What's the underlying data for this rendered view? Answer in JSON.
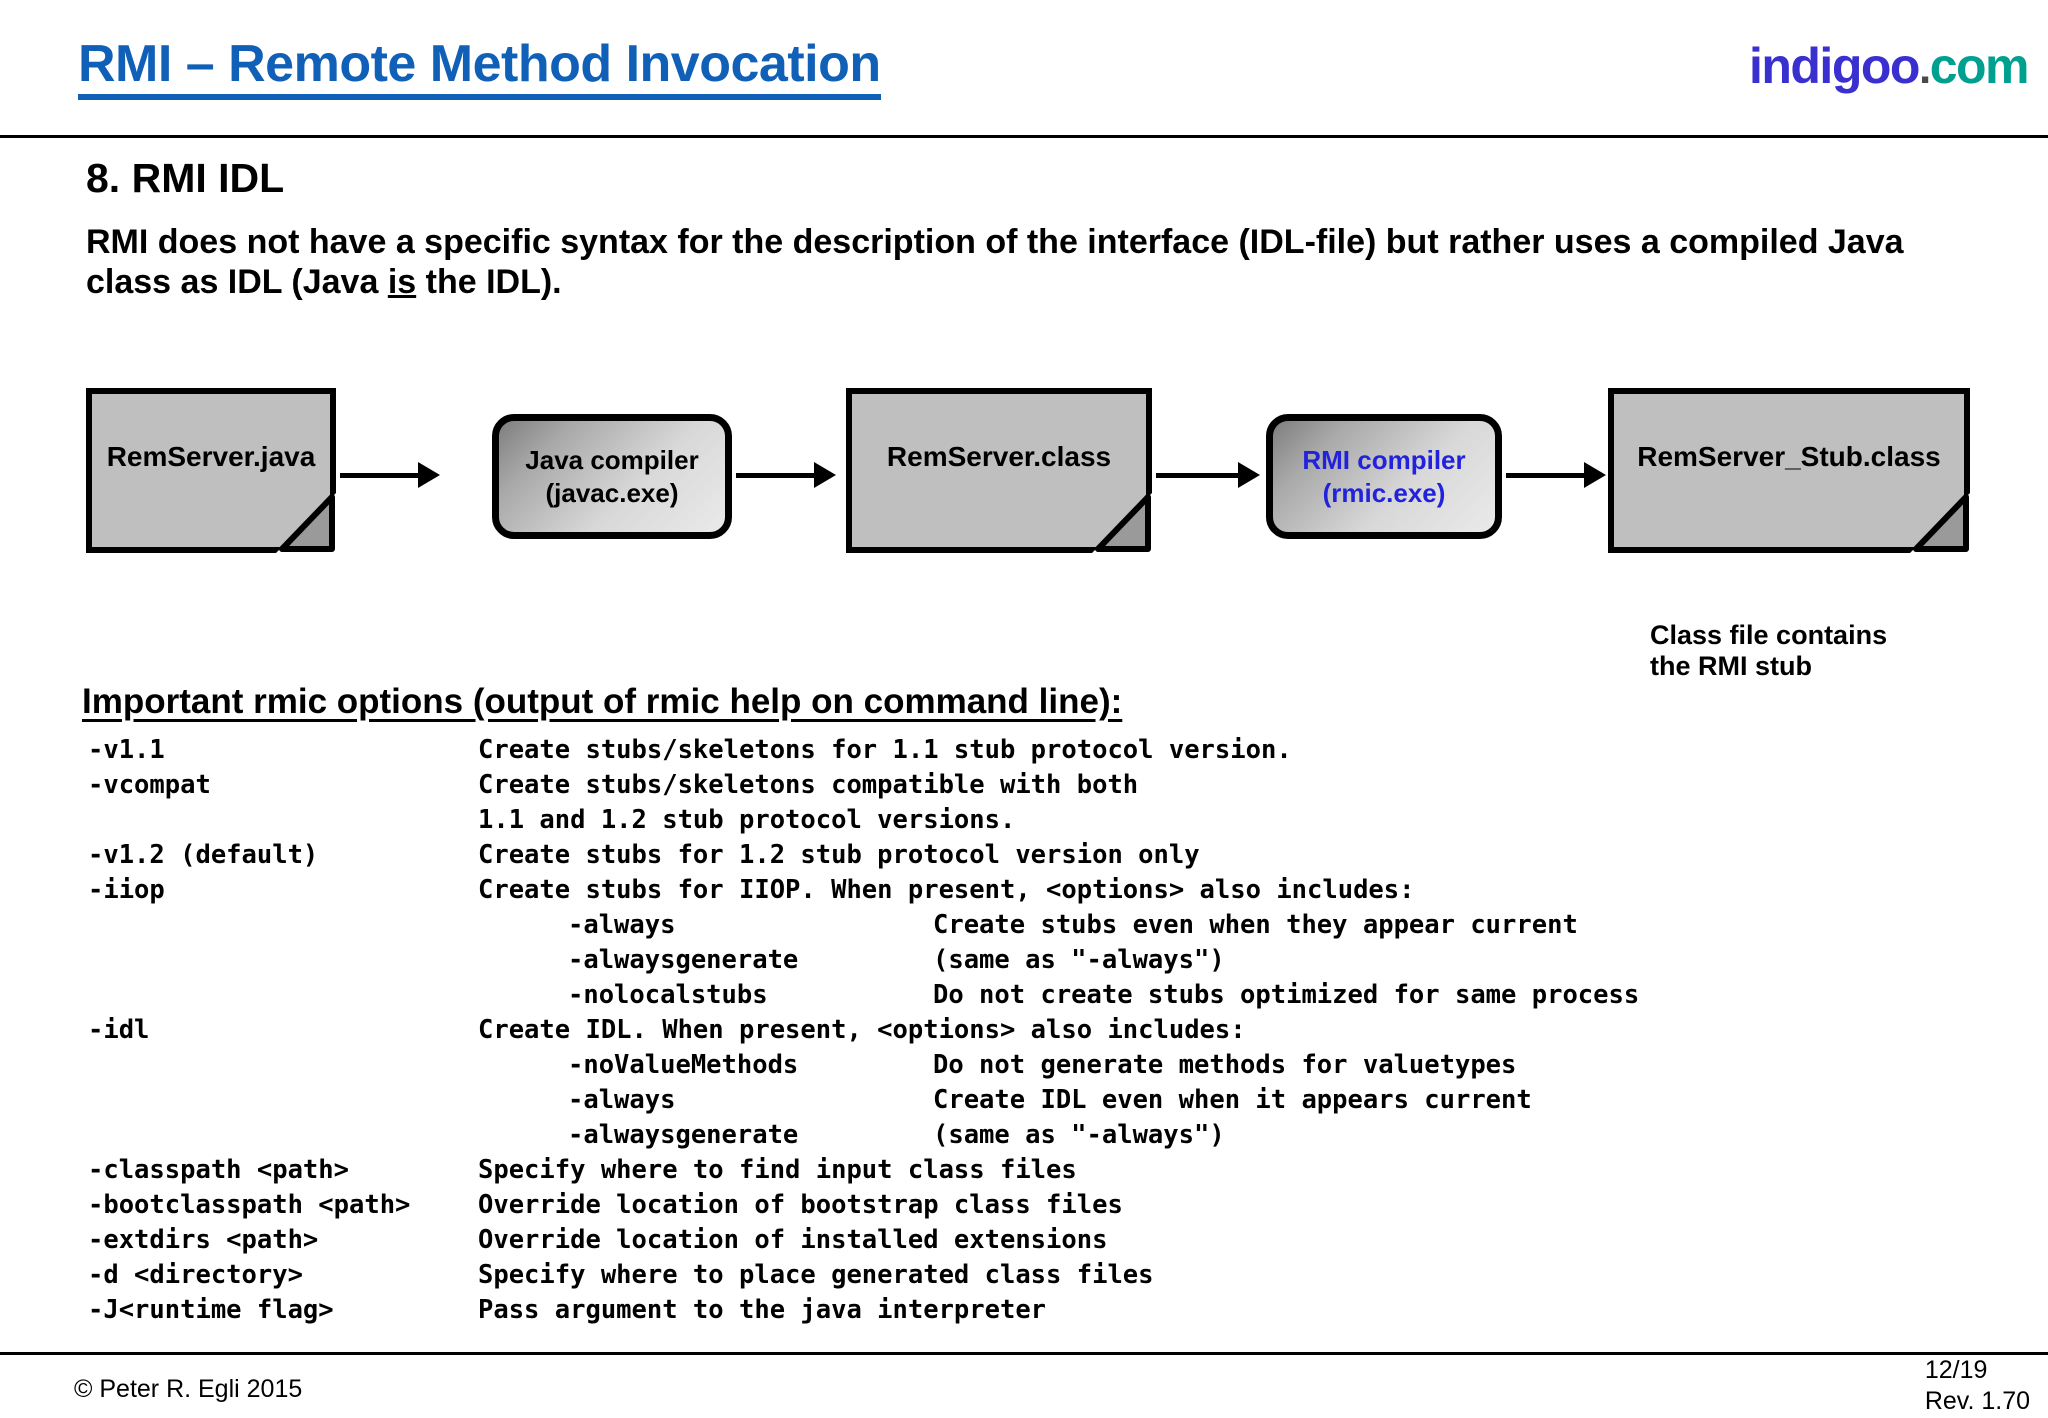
{
  "header": {
    "title": "RMI – Remote Method Invocation",
    "logo": {
      "name": "indigoo",
      "dot": ".",
      "tld": "com"
    },
    "title_color": "#1060b8",
    "logo_name_color": "#3a2fcf",
    "logo_tld_color": "#00a090"
  },
  "section": {
    "title": "8. RMI IDL",
    "intro_part1": "RMI does not have a specific syntax for the description of the interface (IDL-file) but rather uses a compiled Java class as IDL (Java ",
    "intro_emphasis": "is",
    "intro_part2": " the IDL)."
  },
  "diagram": {
    "nodes": [
      {
        "id": "remserver-java",
        "label": "RemServer.java",
        "type": "document"
      },
      {
        "id": "java-compiler",
        "label_line1": "Java compiler",
        "label_line2": "(javac.exe)",
        "type": "process",
        "text_color": "#000000"
      },
      {
        "id": "remserver-class",
        "label": "RemServer.class",
        "type": "document"
      },
      {
        "id": "rmi-compiler",
        "label_line1": "RMI compiler",
        "label_line2": "(rmic.exe)",
        "type": "process",
        "text_color": "#2222dd"
      },
      {
        "id": "remserver-stub-class",
        "label": "RemServer_Stub.class",
        "type": "document"
      }
    ],
    "note_line1": "Class file contains",
    "note_line2": "the RMI stub"
  },
  "options": {
    "heading": "Important rmic options (output of rmic help on command line):",
    "rows": [
      {
        "kind": "main",
        "flag": "-v1.1",
        "desc": "Create stubs/skeletons for 1.1 stub protocol version."
      },
      {
        "kind": "main",
        "flag": "-vcompat",
        "desc": "Create stubs/skeletons compatible with both"
      },
      {
        "kind": "cont",
        "flag": "",
        "desc": "1.1 and 1.2 stub protocol versions."
      },
      {
        "kind": "main",
        "flag": "-v1.2 (default)",
        "desc": "Create stubs for 1.2 stub protocol version only"
      },
      {
        "kind": "main",
        "flag": "-iiop",
        "desc": "Create stubs for IIOP. When present, <options> also includes:"
      },
      {
        "kind": "sub",
        "flag": "-always",
        "desc": "Create stubs even when they appear current"
      },
      {
        "kind": "sub",
        "flag": "-alwaysgenerate",
        "desc": "(same as \"-always\")"
      },
      {
        "kind": "sub",
        "flag": "-nolocalstubs",
        "desc": "Do not create stubs optimized for same process"
      },
      {
        "kind": "main",
        "flag": "-idl",
        "desc": "Create IDL. When present, <options> also includes:"
      },
      {
        "kind": "sub",
        "flag": "-noValueMethods",
        "desc": "Do not generate methods for valuetypes"
      },
      {
        "kind": "sub",
        "flag": "-always",
        "desc": "Create IDL even when it appears current"
      },
      {
        "kind": "sub",
        "flag": "-alwaysgenerate",
        "desc": "(same as \"-always\")"
      },
      {
        "kind": "main",
        "flag": "-classpath <path>",
        "desc": "Specify where to find input class files"
      },
      {
        "kind": "main",
        "flag": "-bootclasspath <path>",
        "desc": "Override location of bootstrap class files"
      },
      {
        "kind": "main",
        "flag": "-extdirs <path>",
        "desc": "Override location of installed extensions"
      },
      {
        "kind": "main",
        "flag": "-d <directory>",
        "desc": "Specify where to place generated class files"
      },
      {
        "kind": "main",
        "flag": "-J<runtime flag>",
        "desc": "Pass argument to the java interpreter"
      }
    ]
  },
  "footer": {
    "copyright": "© Peter R. Egli 2015",
    "page": "12/19",
    "revision": "Rev. 1.70"
  }
}
